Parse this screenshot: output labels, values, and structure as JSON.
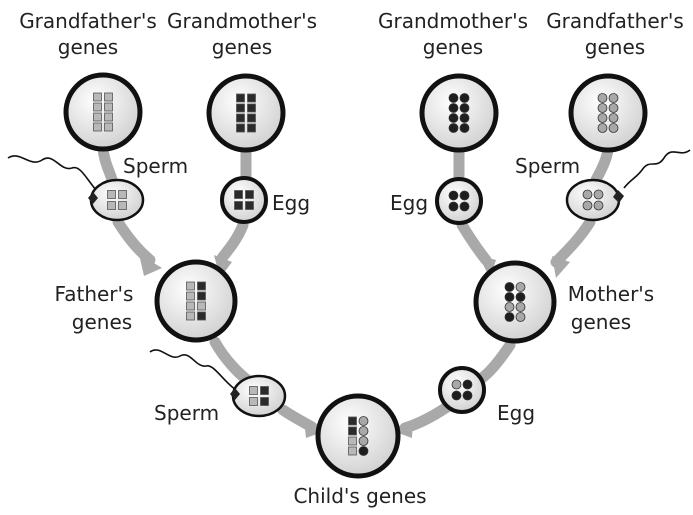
{
  "labels": {
    "grandfather_left_l1": "Grandfather's",
    "grandfather_left_l2": "genes",
    "grandmother_left_l1": "Grandmother's",
    "grandmother_left_l2": "genes",
    "grandmother_right_l1": "Grandmother's",
    "grandmother_right_l2": "genes",
    "grandfather_right_l1": "Grandfather's",
    "grandfather_right_l2": "genes",
    "sperm_top": "Sperm",
    "egg_top_left": "Egg",
    "egg_top_right": "Egg",
    "sperm_top_right": "Sperm",
    "father_l1": "Father's",
    "father_l2": "genes",
    "mother_l1": "Mother's",
    "mother_l2": "genes",
    "sperm_bottom": "Sperm",
    "egg_bottom": "Egg",
    "child": "Child's genes"
  },
  "colors": {
    "arrow": "#a9a9a9",
    "circle_outline": "#111111",
    "circle_fill": "#e6e6e6",
    "light_square": "#b8b8b8",
    "dark_square": "#2b2b2b",
    "light_dot": "#a8a8a8",
    "dark_dot": "#1e1e1e"
  }
}
